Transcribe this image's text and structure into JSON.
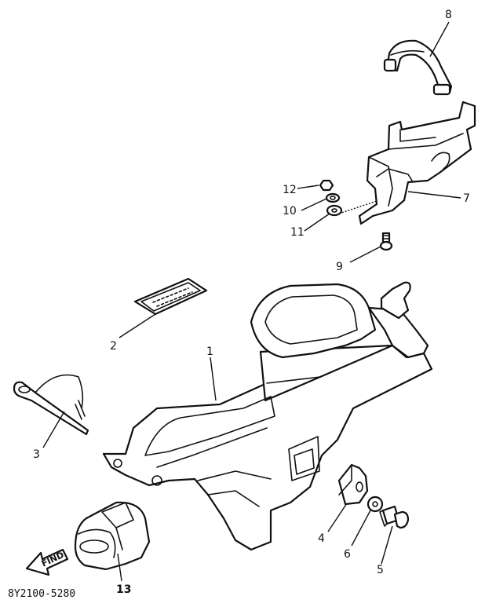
{
  "callouts": {
    "c1": "1",
    "c2": "2",
    "c3": "3",
    "c4": "4",
    "c5": "5",
    "c6": "6",
    "c7": "7",
    "c8": "8",
    "c9": "9",
    "c10": "10",
    "c11": "11",
    "c12": "12",
    "c13": "13"
  },
  "find_label": "FIND",
  "diagram_code": "8Y2100-5280"
}
